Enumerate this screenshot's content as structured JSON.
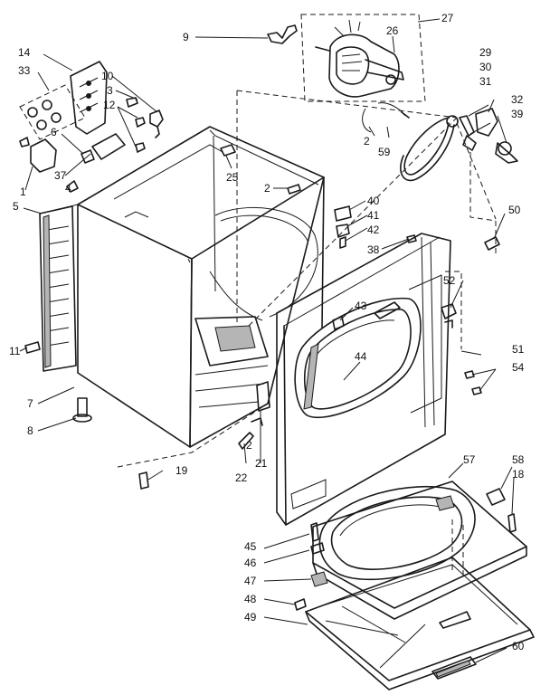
{
  "callouts": {
    "c1": "1",
    "c2a": "2",
    "c2b": "2",
    "c2c": "2",
    "c3": "3",
    "c4": "4",
    "c5": "5",
    "c6": "6",
    "c7": "7",
    "c8": "8",
    "c9": "9",
    "c10": "10",
    "c11": "11",
    "c12": "12",
    "c14": "14",
    "c18": "18",
    "c19": "19",
    "c21": "21",
    "c22": "22",
    "c25": "25",
    "c26": "26",
    "c27": "27",
    "c29": "29",
    "c30": "30",
    "c31": "31",
    "c32": "32",
    "c33": "33",
    "c37": "37",
    "c38": "38",
    "c39": "39",
    "c40": "40",
    "c41": "41",
    "c42": "42",
    "c43": "43",
    "c44": "44",
    "c45": "45",
    "c46": "46",
    "c47": "47",
    "c48": "48",
    "c49": "49",
    "c50": "50",
    "c51": "51",
    "c52": "52",
    "c54": "54",
    "c57": "57",
    "c58": "58",
    "c59": "59",
    "c60": "60"
  }
}
